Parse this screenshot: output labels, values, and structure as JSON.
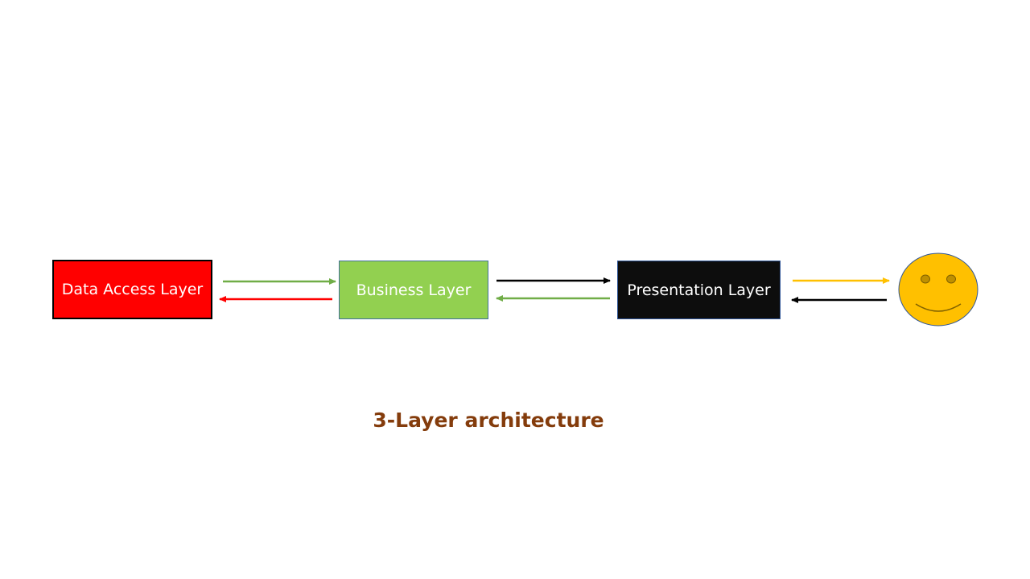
{
  "layers": {
    "data_access": {
      "label": "Data Access Layer",
      "fill": "#ff0000"
    },
    "business": {
      "label": "Business Layer",
      "fill": "#92d050"
    },
    "presentation": {
      "label": "Presentation Layer",
      "fill": "#0d0d0d"
    }
  },
  "user": {
    "icon": "smiley-face-icon",
    "fill": "#ffc000"
  },
  "arrows": {
    "data_to_business": "#70ad47",
    "business_to_data": "#ff0000",
    "business_to_presentation": "#000000",
    "presentation_to_business": "#70ad47",
    "presentation_to_user": "#ffc000",
    "user_to_presentation": "#000000"
  },
  "title": {
    "text": "3-Layer architecture",
    "color": "#843c0c"
  }
}
